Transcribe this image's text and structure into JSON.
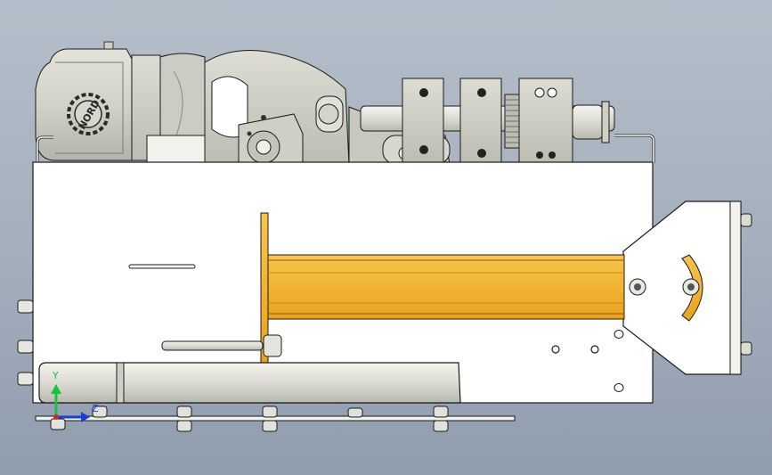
{
  "viewport": {
    "background_top": "#b5bfca",
    "background_bottom": "#909daf"
  },
  "model": {
    "body_color": "#ffffff",
    "edge_color": "#1a1a1a",
    "motor_color": "#d6d5cc",
    "accent_color": "#f5b730",
    "bearing_color": "#c8c8be",
    "logo_text": "NORD"
  },
  "triad": {
    "y_label": "Y",
    "z_label": "Z",
    "x_color": "#1a3fd6",
    "y_color": "#18c23a",
    "z_color": "#e02020"
  }
}
